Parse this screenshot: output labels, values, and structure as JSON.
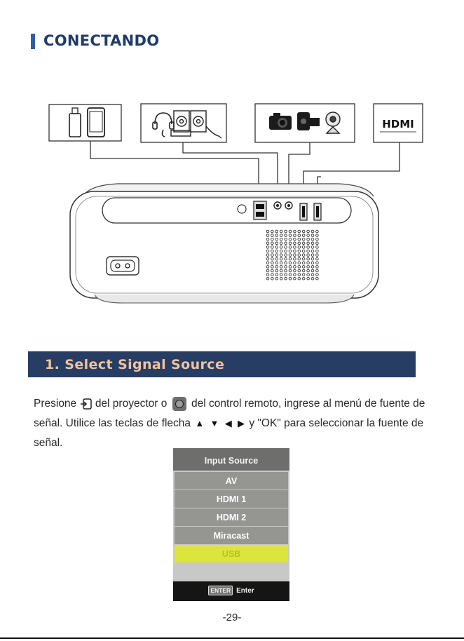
{
  "header": {
    "title": "CONECTANDO"
  },
  "hdmi_logo_text": "HDMI",
  "section": {
    "title": "1. Select Signal Source"
  },
  "paragraph": {
    "part1": "Presione",
    "part2": "del proyector o",
    "part3": "del control remoto, ingrese al menú de fuente de señal. Utilice las teclas de flecha",
    "arrows": [
      "▲",
      "▼",
      "◀",
      "▶"
    ],
    "part4": "y \"OK\" para seleccionar la fuente de señal."
  },
  "menu": {
    "header": "Input Source",
    "items": [
      "AV",
      "HDMI 1",
      "HDMI 2",
      "Miracast",
      "USB"
    ],
    "selected_index": 4,
    "footer_key": "ENTER",
    "footer_label": "Enter"
  },
  "page_number": "-29-",
  "colors": {
    "accent_blue": "#2f5fa8",
    "section_bar": "#283d63",
    "section_text": "#f2c39d",
    "menu_selected": "#dce63a"
  }
}
